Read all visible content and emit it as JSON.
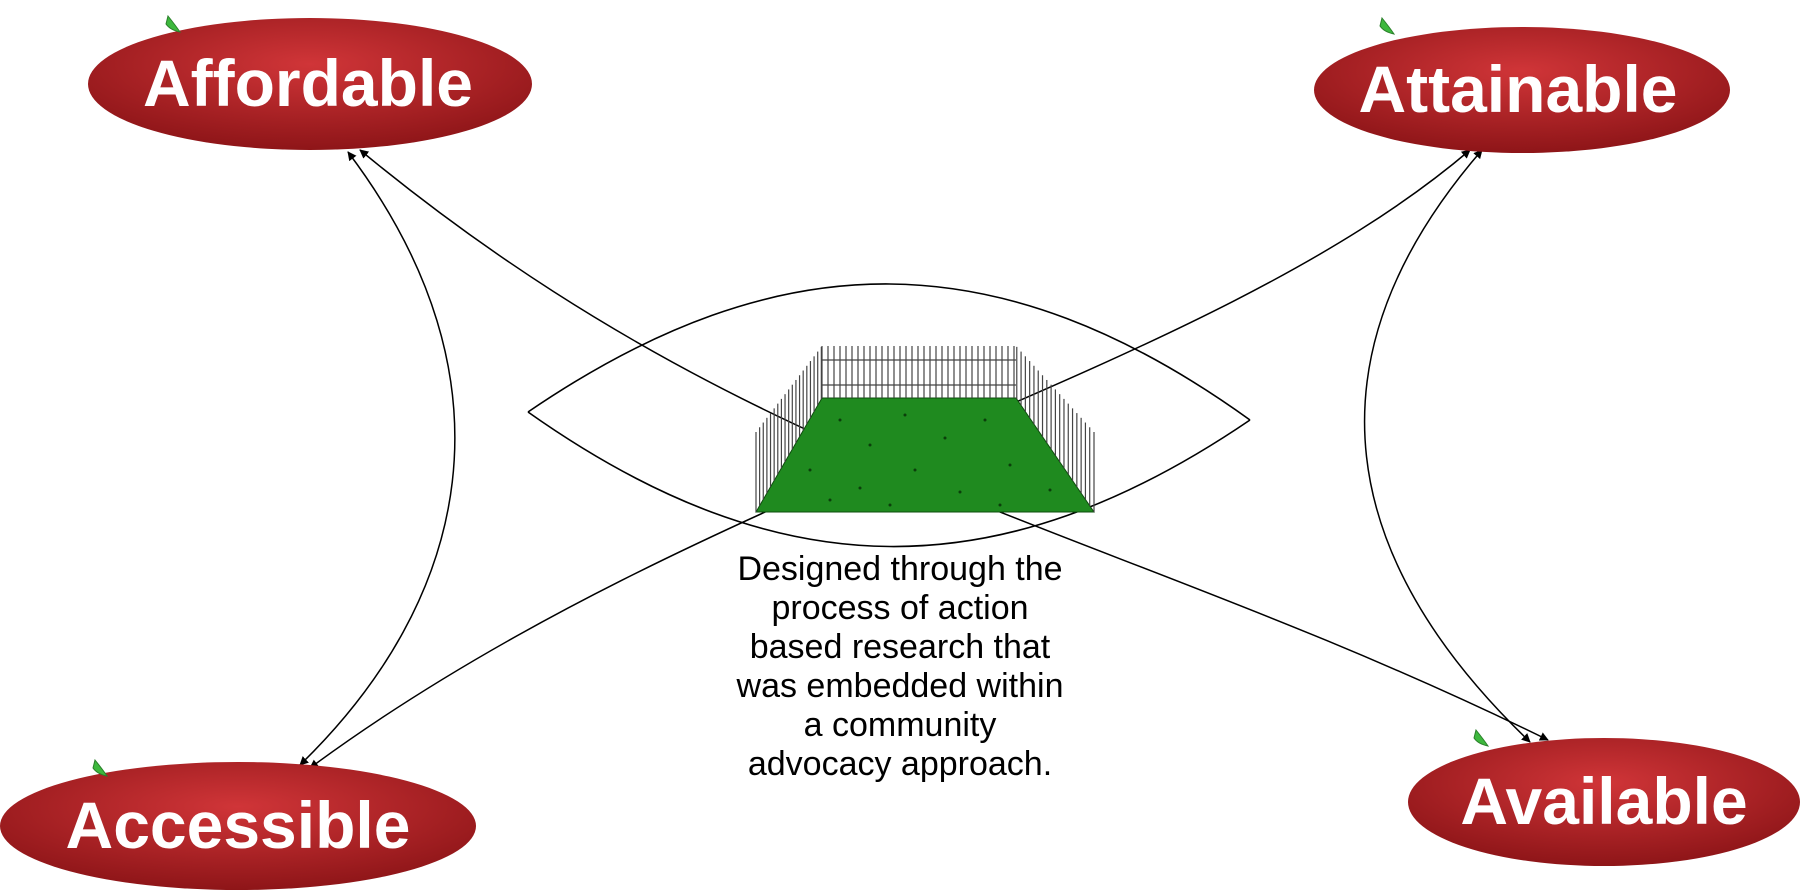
{
  "nodes": {
    "affordable": {
      "label": "Affordable"
    },
    "attainable": {
      "label": "Attainable"
    },
    "accessible": {
      "label": "Accessible"
    },
    "available": {
      "label": "Available"
    }
  },
  "caption": {
    "lines": [
      "Designed through the",
      "process of action",
      "based research that",
      "was embedded within",
      "a community",
      "advocacy approach."
    ]
  },
  "colors": {
    "node_fill": "#a81e22",
    "node_highlight": "#d63a3d",
    "grass": "#1f8a1f",
    "leaf": "#3db83d"
  },
  "icons": [
    "leaf-icon",
    "fenced-garden-icon"
  ]
}
